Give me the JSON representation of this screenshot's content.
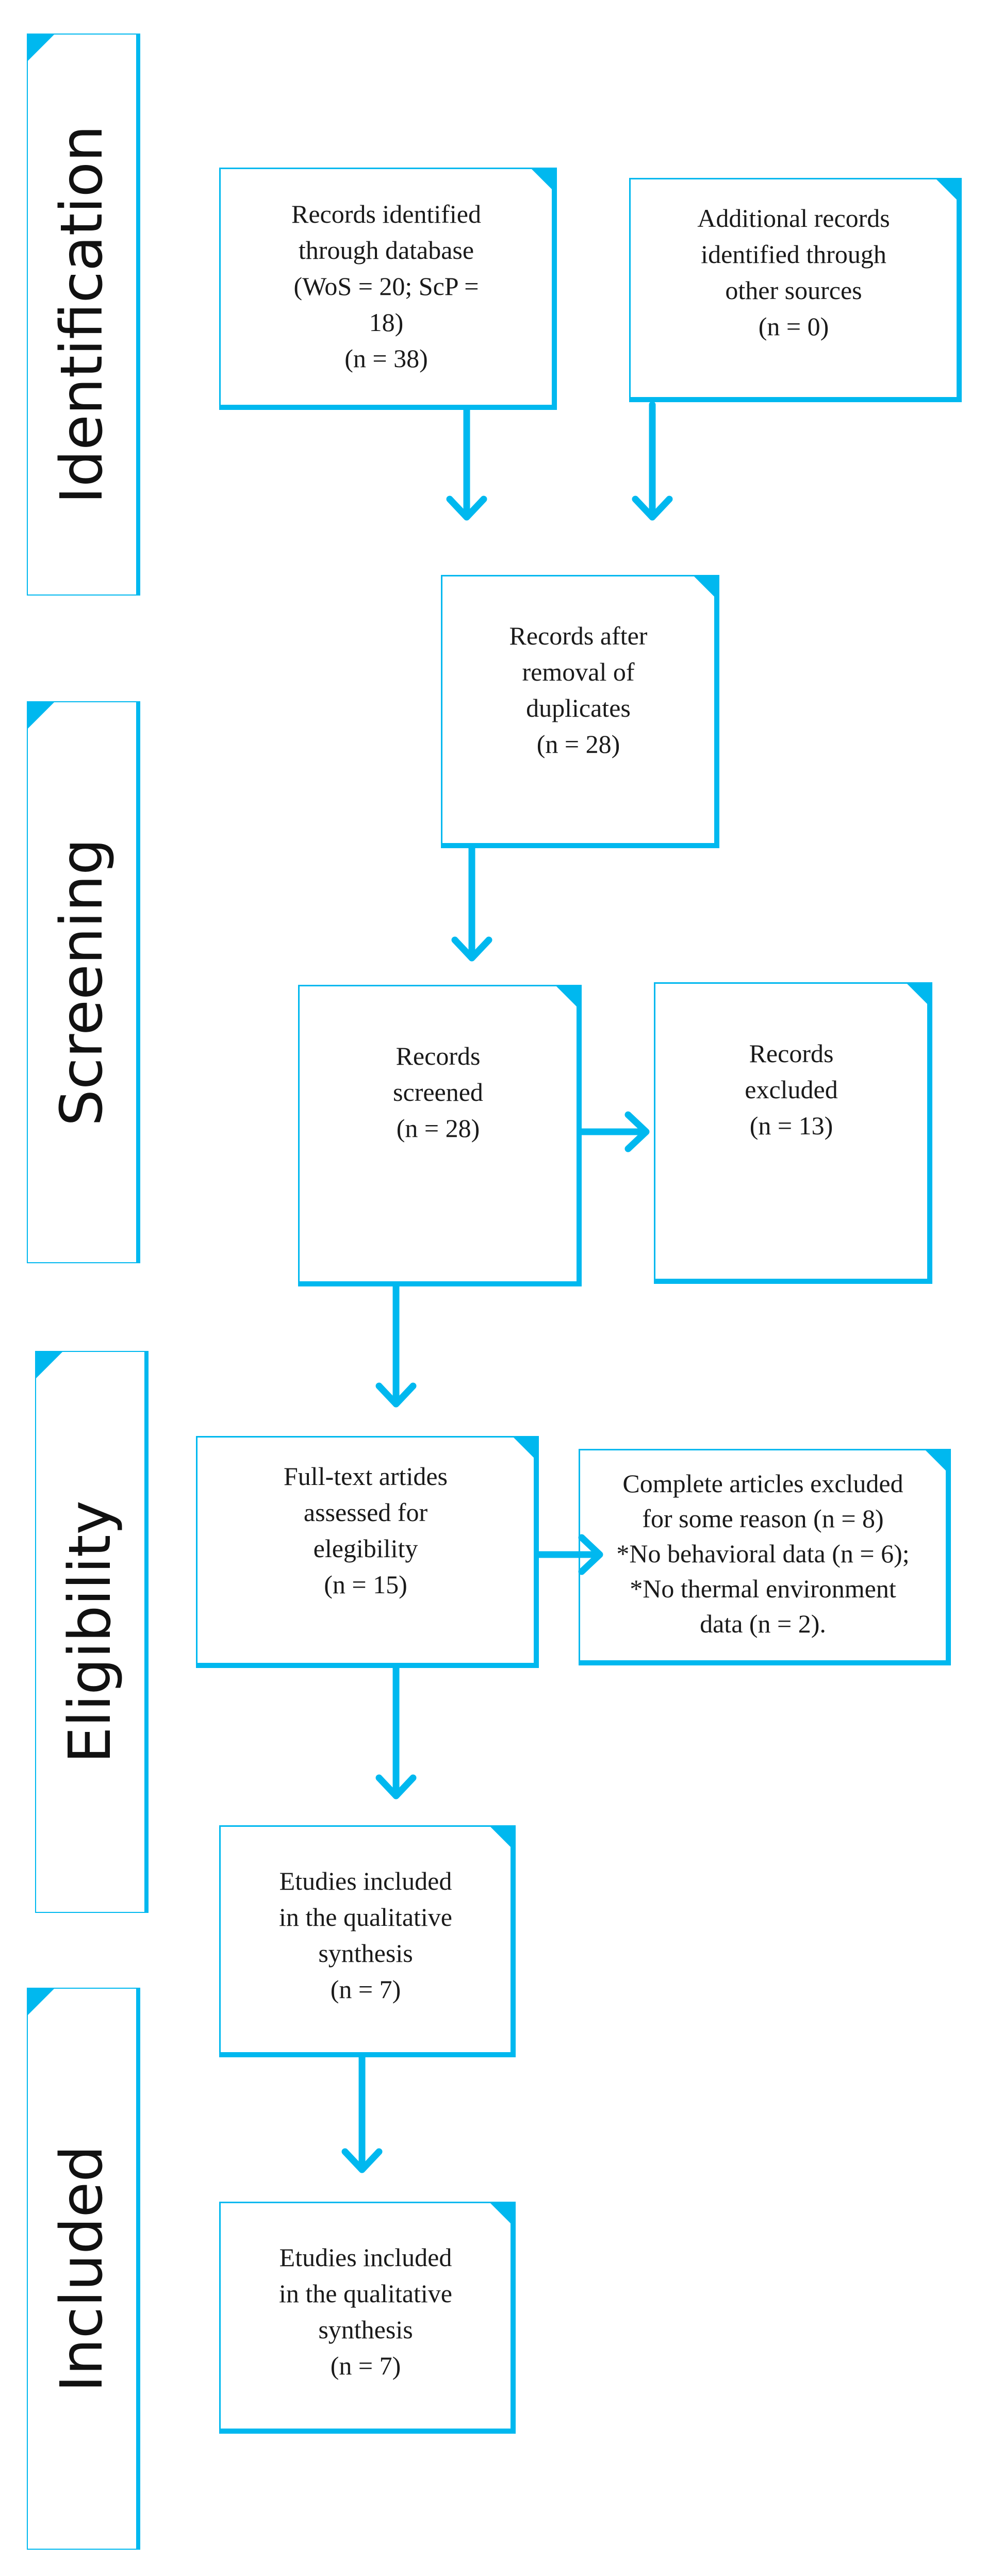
{
  "stages": [
    {
      "id": "identification",
      "label": "Identification"
    },
    {
      "id": "screening",
      "label": "Screening"
    },
    {
      "id": "eligibility",
      "label": "Eligibility"
    },
    {
      "id": "included",
      "label": "Included"
    }
  ],
  "boxes": {
    "records_identified": [
      "Records identified",
      "through database",
      "(WoS = 20; ScP =",
      "18)",
      "(n = 38)"
    ],
    "additional_records": [
      "Additional records",
      "identified through",
      "other sources",
      "(n = 0)"
    ],
    "after_duplicates": [
      "Records after",
      "removal of",
      "duplicates",
      "(n = 28)"
    ],
    "records_screened": [
      "Records",
      "screened",
      "(n = 28)"
    ],
    "records_excluded": [
      "Records",
      "excluded",
      "(n = 13)"
    ],
    "full_text": [
      "Full-text artides",
      "assessed for",
      "elegibility",
      "(n = 15)"
    ],
    "articles_excluded": [
      "Complete articles excluded",
      "for some reason (n = 8)",
      "*No behavioral data (n = 6);",
      "*No thermal environment",
      "data (n = 2)."
    ],
    "qualitative": [
      "Etudies included",
      "in the qualitative",
      "synthesis",
      "(n = 7)"
    ],
    "included_final": [
      "Etudies included",
      "in the qualitative",
      "synthesis",
      "(n =  7)"
    ]
  },
  "colors": {
    "accent": "#00b8ef",
    "text": "#1a1a1a"
  }
}
